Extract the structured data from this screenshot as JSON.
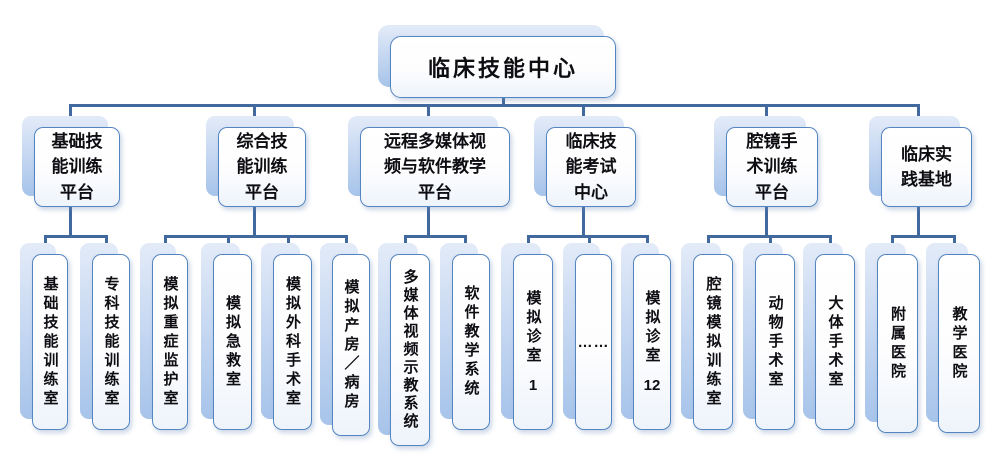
{
  "root": {
    "label": "临床技能中心"
  },
  "platforms": [
    {
      "label": "基础技能训练平台",
      "children": [
        {
          "text": "基础技能训练室"
        },
        {
          "text": "专科技能训练室"
        }
      ]
    },
    {
      "label": "综合技能训练平台",
      "children": [
        {
          "text": "模拟重症监护室"
        },
        {
          "text": "模拟急救室"
        },
        {
          "text": "模拟外科手术室"
        },
        {
          "text": "模拟产房／病房"
        }
      ]
    },
    {
      "label": "远程多媒体视频与软件教学平台",
      "children": [
        {
          "text": "多媒体视频示教系统"
        },
        {
          "text": "软件教学系统"
        }
      ]
    },
    {
      "label": "临床技能考试中心",
      "children": [
        {
          "text": "模拟诊室",
          "num": "1"
        },
        {
          "text": "……"
        },
        {
          "text": "模拟诊室",
          "num": "12"
        }
      ]
    },
    {
      "label": "腔镜手术训练平台",
      "children": [
        {
          "text": "腔镜模拟训练室"
        },
        {
          "text": "动物手术室"
        },
        {
          "text": "大体手术室"
        }
      ]
    },
    {
      "label": "临床实践基地",
      "children": [
        {
          "text": "附属医院"
        },
        {
          "text": "教学医院"
        }
      ]
    }
  ],
  "colors": {
    "connector_line": "#41699E",
    "box_border": "#5585C0",
    "shadow_top": "#E3EBF8",
    "shadow_bottom": "#A7C4EA",
    "box_fill_top": "#FFFFFF",
    "box_fill_bottom": "#EEF4FB",
    "text": "#0D0D12"
  }
}
